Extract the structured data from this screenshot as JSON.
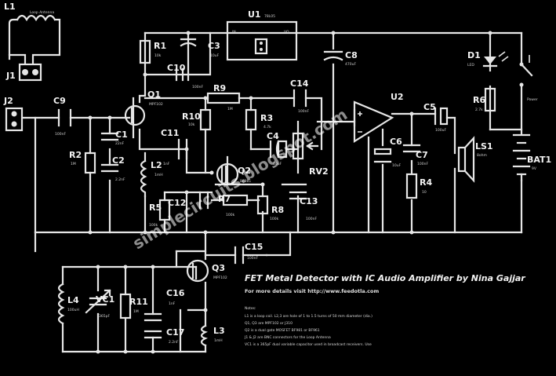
{
  "title": "FET Metal Detector with IC Audio Amplifier by Nina Gajjar",
  "subtitle": "For more details visit http://www.feedotla.com",
  "notes_heading": "Notes:",
  "notes": [
    "L1 is a loop coil. L2,3 are hole of 1 to 1.5 turns of 50 mm diameter (dia.)",
    "Q1, Q3 are MPF102 or J310",
    "Q2 is a dual gate MOSFET BF981 or BF961",
    "J1 & J2 are BNC connectors for the Loop Antenna",
    "VC1 is a 365pF dual variable capacitor used in broadcast receivers. Use"
  ],
  "watermark": "simplecircuits.blogspot.com",
  "components": {
    "L1": "L1",
    "L1_note": "Loop Antenna",
    "J1": "J1",
    "J2": "J2",
    "U1": "U1",
    "U1_part": "78L05",
    "U1_in": "IN",
    "U1_out": "VO",
    "R1": "R1",
    "R1_v": "10k",
    "C3": "C3",
    "C3_v": "10uF",
    "C10": "C10",
    "C10_v": "100nF",
    "C8": "C8",
    "C8_v": "470uF",
    "D1": "D1",
    "D1_v": "LED",
    "R6": "R6",
    "R6_v": "2.7k",
    "S1_v": "Power",
    "BAT1": "BAT1",
    "BAT1_v": "9V",
    "C9": "C9",
    "C9_v": "100nF",
    "Q1": "Q1",
    "Q1_v": "MPF102",
    "R9": "R9",
    "R9_v": "1M",
    "C14": "C14",
    "C14_v": "100nF",
    "R10": "R10",
    "R10_v": "10k",
    "R3": "R3",
    "R3_v": "4.7k",
    "U2": "U2",
    "C5": "C5",
    "C5_v": "100uF",
    "C1": "C1",
    "C1_v": "22nF",
    "R2": "R2",
    "R2_v": "1M",
    "C2": "C2",
    "C2_v": "2.2nF",
    "C11": "C11",
    "C11_v": "1nF",
    "C4": "C4",
    "C4_v": "10uF",
    "C6": "C6",
    "C6_v": "10uF",
    "C7": "C7",
    "C7_v": "100nF",
    "LS1": "LS1",
    "LS1_v": "8ohm",
    "L2": "L2",
    "L2_v": "1mH",
    "Q2": "Q2",
    "Q2_v": "BF981",
    "RV2": "RV2",
    "R4": "R4",
    "R4_v": "10",
    "C12": "C12",
    "R5": "R5",
    "R5_v": "100k",
    "R7": "R7",
    "R7_v": "100k",
    "R8": "R8",
    "R8_v": "100k",
    "C13": "C13",
    "C13_v": "100nF",
    "C15": "C15",
    "C15_v": "100nF",
    "Q3": "Q3",
    "Q3_v": "MPF102",
    "L4": "L4",
    "L4_v": "100uH",
    "VC1": "VC1",
    "VC1_v": "365pF",
    "R11": "R11",
    "R11_v": "1M",
    "C16": "C16",
    "C16_v": "1nF",
    "C17": "C17",
    "C17_v": "2.2nF",
    "L3": "L3",
    "L3_v": "1mH"
  }
}
